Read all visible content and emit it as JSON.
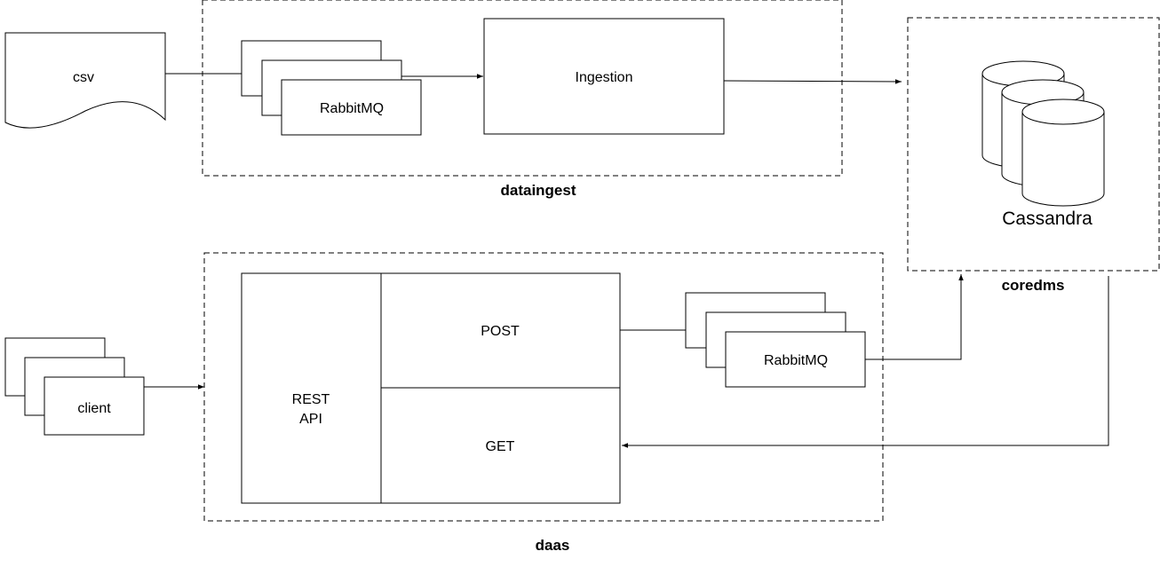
{
  "diagram": {
    "nodes": {
      "csv": "csv",
      "rabbitmq_ingest": "RabbitMQ",
      "ingestion": "Ingestion",
      "cassandra": "Cassandra",
      "client": "client",
      "rest_api_line1": "REST",
      "rest_api_line2": "API",
      "post": "POST",
      "get": "GET",
      "rabbitmq_daas": "RabbitMQ"
    },
    "groups": {
      "dataingest": "dataingest",
      "coredms": "coredms",
      "daas": "daas"
    },
    "edges": [
      {
        "from": "csv",
        "to": "rabbitmq_ingest"
      },
      {
        "from": "rabbitmq_ingest",
        "to": "ingestion"
      },
      {
        "from": "ingestion",
        "to": "coredms"
      },
      {
        "from": "client",
        "to": "daas"
      },
      {
        "from": "post",
        "to": "rabbitmq_daas"
      },
      {
        "from": "rabbitmq_daas",
        "to": "coredms"
      },
      {
        "from": "coredms",
        "to": "get"
      }
    ]
  }
}
